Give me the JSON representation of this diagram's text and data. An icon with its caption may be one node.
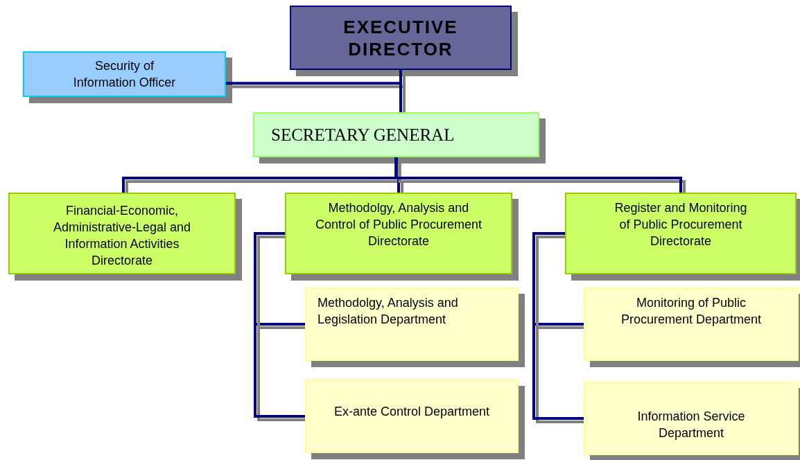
{
  "diagram": {
    "nodes": [
      {
        "text": [
          "EXECUTIVE DIRECTOR"
        ]
      },
      {
        "text": [
          "Security of Information Officer"
        ]
      },
      {
        "text": [
          "SECRETARY GENERAL"
        ]
      },
      {
        "text": [
          "Financial-Economic, Administrative-Legal and Information Activities Directorate"
        ]
      },
      {
        "text": [
          "Methodolgy, Analysis and Control of Public Procurement Directorate"
        ]
      },
      {
        "text": [
          "Register and Monitoring of Public Procurement Directorate"
        ]
      },
      {
        "text": [
          "Methodolgy, Analysis and Legislation Department"
        ]
      },
      {
        "text": [
          "Ex-ante Control Department"
        ]
      },
      {
        "text": [
          "Monitoring of Public Procurement Department"
        ]
      },
      {
        "text": [
          "Information Service Department"
        ]
      }
    ],
    "edges": [
      {
        "from": 0,
        "to": 1,
        "arrow": "none"
      },
      {
        "from": 0,
        "to": 2,
        "arrow": "none"
      },
      {
        "from": 2,
        "to": 3,
        "arrow": "none"
      },
      {
        "from": 2,
        "to": 4,
        "arrow": "none"
      },
      {
        "from": 2,
        "to": 5,
        "arrow": "none"
      },
      {
        "from": 4,
        "to": 6,
        "arrow": "none"
      },
      {
        "from": 4,
        "to": 7,
        "arrow": "none"
      },
      {
        "from": 5,
        "to": 8,
        "arrow": "none"
      },
      {
        "from": 5,
        "to": 9,
        "arrow": "none"
      }
    ]
  }
}
